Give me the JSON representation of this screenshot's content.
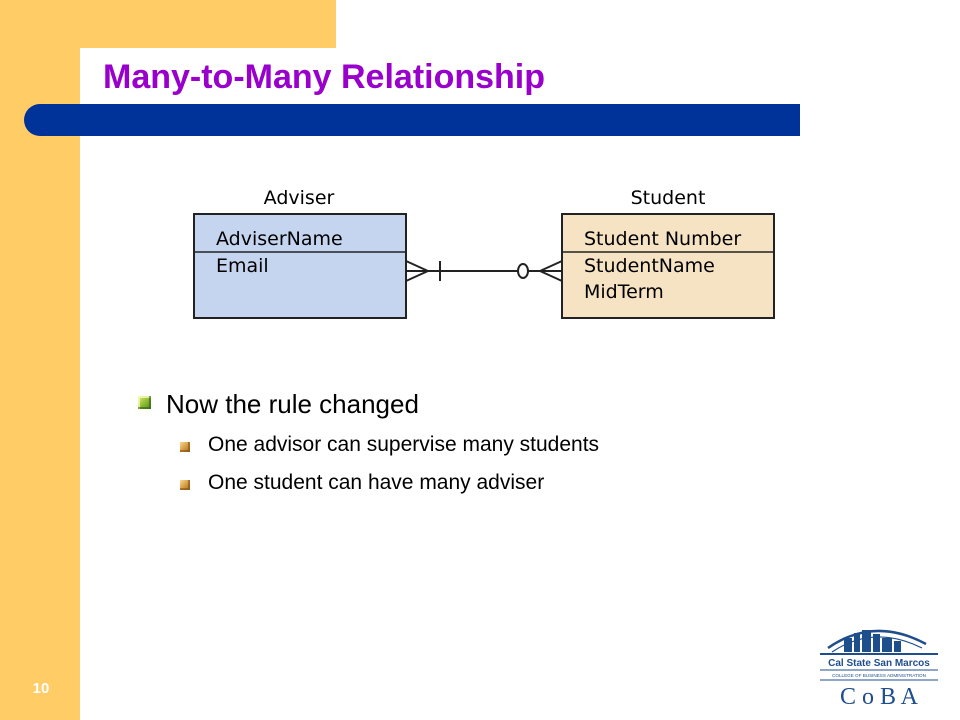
{
  "slide": {
    "title": "Many-to-Many Relationship",
    "number": "10"
  },
  "diagram": {
    "adviser": {
      "name": "Adviser",
      "attributes": [
        "AdviserName",
        "Email"
      ],
      "fill": "#C5D5F0"
    },
    "student": {
      "name": "Student",
      "attributes": [
        "Student Number",
        "StudentName",
        "MidTerm"
      ],
      "fill": "#F5E3C3"
    },
    "relationship": {
      "adviser_end": "many-mandatory",
      "student_end": "many-optional"
    }
  },
  "bullets": [
    {
      "text": "Now the rule changed",
      "children": [
        {
          "text": "One advisor can supervise many students"
        },
        {
          "text": "One student can have many adviser"
        }
      ]
    }
  ],
  "logo": {
    "line1": "Cal State San Marcos",
    "line2": "COLLEGE OF BUSINESS ADMINISTRATION",
    "line3": "C o B A",
    "icon": "campus-skyline-icon"
  },
  "colors": {
    "title": "#9900CC",
    "title_bar": "#003399",
    "side_band": "#FFCC66",
    "logo": "#1F4E8C"
  }
}
